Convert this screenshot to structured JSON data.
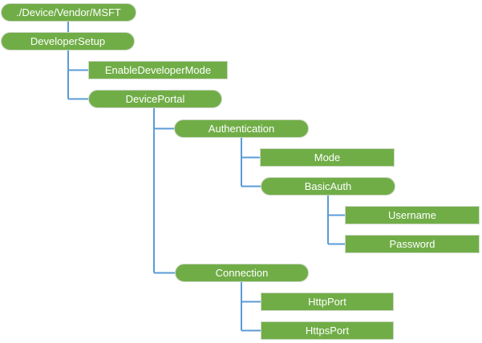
{
  "diagram": {
    "type": "tree",
    "colors": {
      "node_fill": "#70AD47",
      "node_text": "#FFFFFF",
      "connector": "#5B9BD5",
      "background": "#FFFFFF"
    },
    "nodes": [
      {
        "label": "./Device/Vendor/MSFT",
        "shape": "pill",
        "parent": null
      },
      {
        "label": "DeveloperSetup",
        "shape": "pill",
        "parent": "./Device/Vendor/MSFT"
      },
      {
        "label": "EnableDeveloperMode",
        "shape": "rect",
        "parent": "DeveloperSetup"
      },
      {
        "label": "DevicePortal",
        "shape": "pill",
        "parent": "DeveloperSetup"
      },
      {
        "label": "Authentication",
        "shape": "pill",
        "parent": "DevicePortal"
      },
      {
        "label": "Mode",
        "shape": "rect",
        "parent": "Authentication"
      },
      {
        "label": "BasicAuth",
        "shape": "pill",
        "parent": "Authentication"
      },
      {
        "label": "Username",
        "shape": "rect",
        "parent": "BasicAuth"
      },
      {
        "label": "Password",
        "shape": "rect",
        "parent": "BasicAuth"
      },
      {
        "label": "Connection",
        "shape": "pill",
        "parent": "DevicePortal"
      },
      {
        "label": "HttpPort",
        "shape": "rect",
        "parent": "Connection"
      },
      {
        "label": "HttpsPort",
        "shape": "rect",
        "parent": "Connection"
      }
    ]
  }
}
